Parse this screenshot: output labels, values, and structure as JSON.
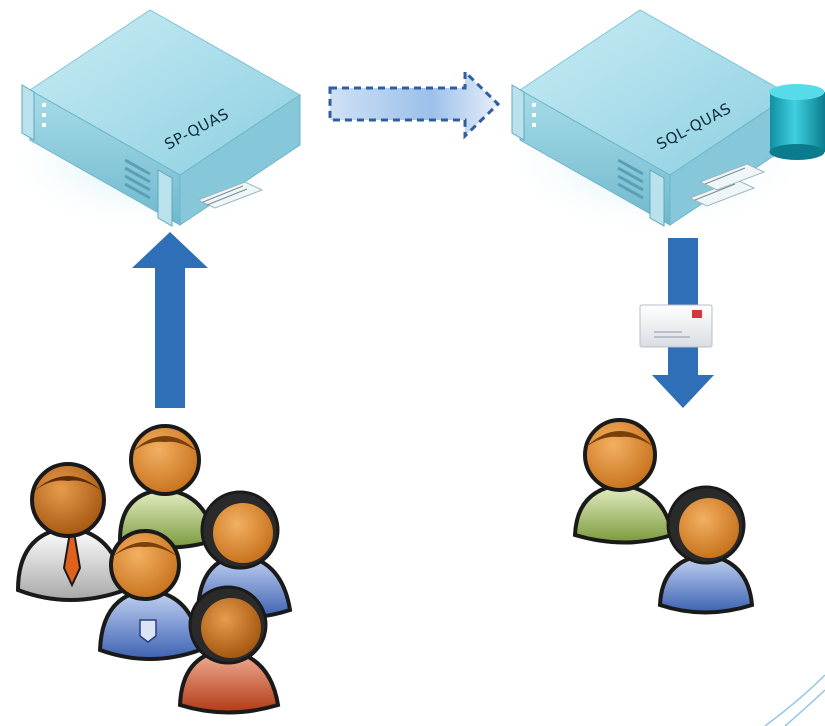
{
  "diagram": {
    "servers": [
      {
        "id": "sp",
        "label": "SP-QUAS",
        "has_database": false
      },
      {
        "id": "sql",
        "label": "SQL-QUAS",
        "has_database": true
      }
    ],
    "connections": [
      {
        "from": "sp",
        "to": "sql",
        "style": "dashed"
      },
      {
        "from": "users",
        "to": "sp",
        "style": "solid"
      },
      {
        "from": "sql",
        "to": "recipients",
        "style": "solid",
        "carries": "envelope-icon"
      }
    ],
    "groups": [
      {
        "id": "users",
        "person_count": 5
      },
      {
        "id": "recipients",
        "person_count": 2
      }
    ],
    "colors": {
      "server_body": "#9fd7e6",
      "server_glow": "#cdeff7",
      "arrow": "#2f6fb7",
      "dashed_arrow_fill": "#a9c8ec",
      "database": "#19a6b9"
    }
  }
}
